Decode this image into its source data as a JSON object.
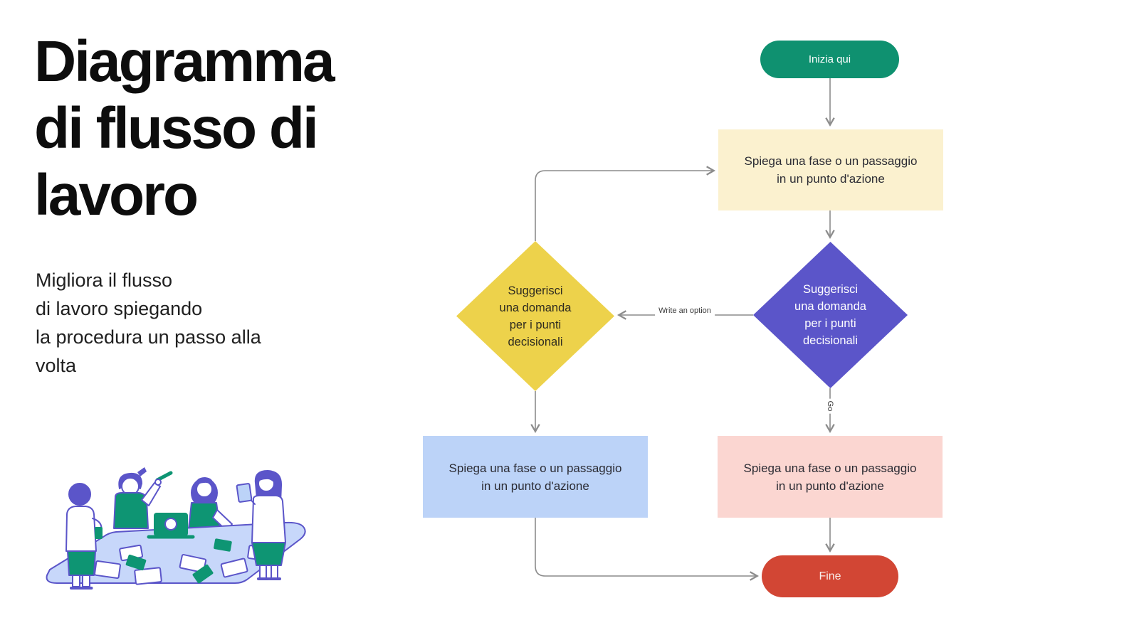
{
  "page": {
    "title": "Diagramma\ndi flusso di\nlavoro",
    "subtitle": "Migliora il flusso\ndi lavoro spiegando\nla procedura un passo alla\nvolta"
  },
  "flowchart": {
    "start": {
      "label": "Inizia qui",
      "color": "#0F9170"
    },
    "action_top": {
      "label": "Spiega una fase o un passaggio\nin un punto d'azione",
      "color": "#FBF1CF"
    },
    "decision_right": {
      "label": "Suggerisci\nuna domanda\nper i punti\ndecisionali",
      "color": "#5B55C9"
    },
    "decision_left": {
      "label": "Suggerisci\nuna domanda\nper i punti\ndecisionali",
      "color": "#EDD24B"
    },
    "action_left": {
      "label": "Spiega una fase o un passaggio\nin un punto d'azione",
      "color": "#BCD3F8"
    },
    "action_right": {
      "label": "Spiega una fase o un passaggio\nin un punto d'azione",
      "color": "#FBD6D1"
    },
    "end": {
      "label": "Fine",
      "color": "#D24634"
    },
    "edge_labels": {
      "write_option": "Write an option",
      "go": "Go"
    },
    "arrow_color": "#8C8C8C"
  },
  "illustration": {
    "name": "team-collaboration-around-table",
    "colors": {
      "purple": "#5B55C9",
      "green": "#0E9573",
      "table_blue": "#C7D7FA",
      "card_blue": "#BCD3F8"
    }
  }
}
